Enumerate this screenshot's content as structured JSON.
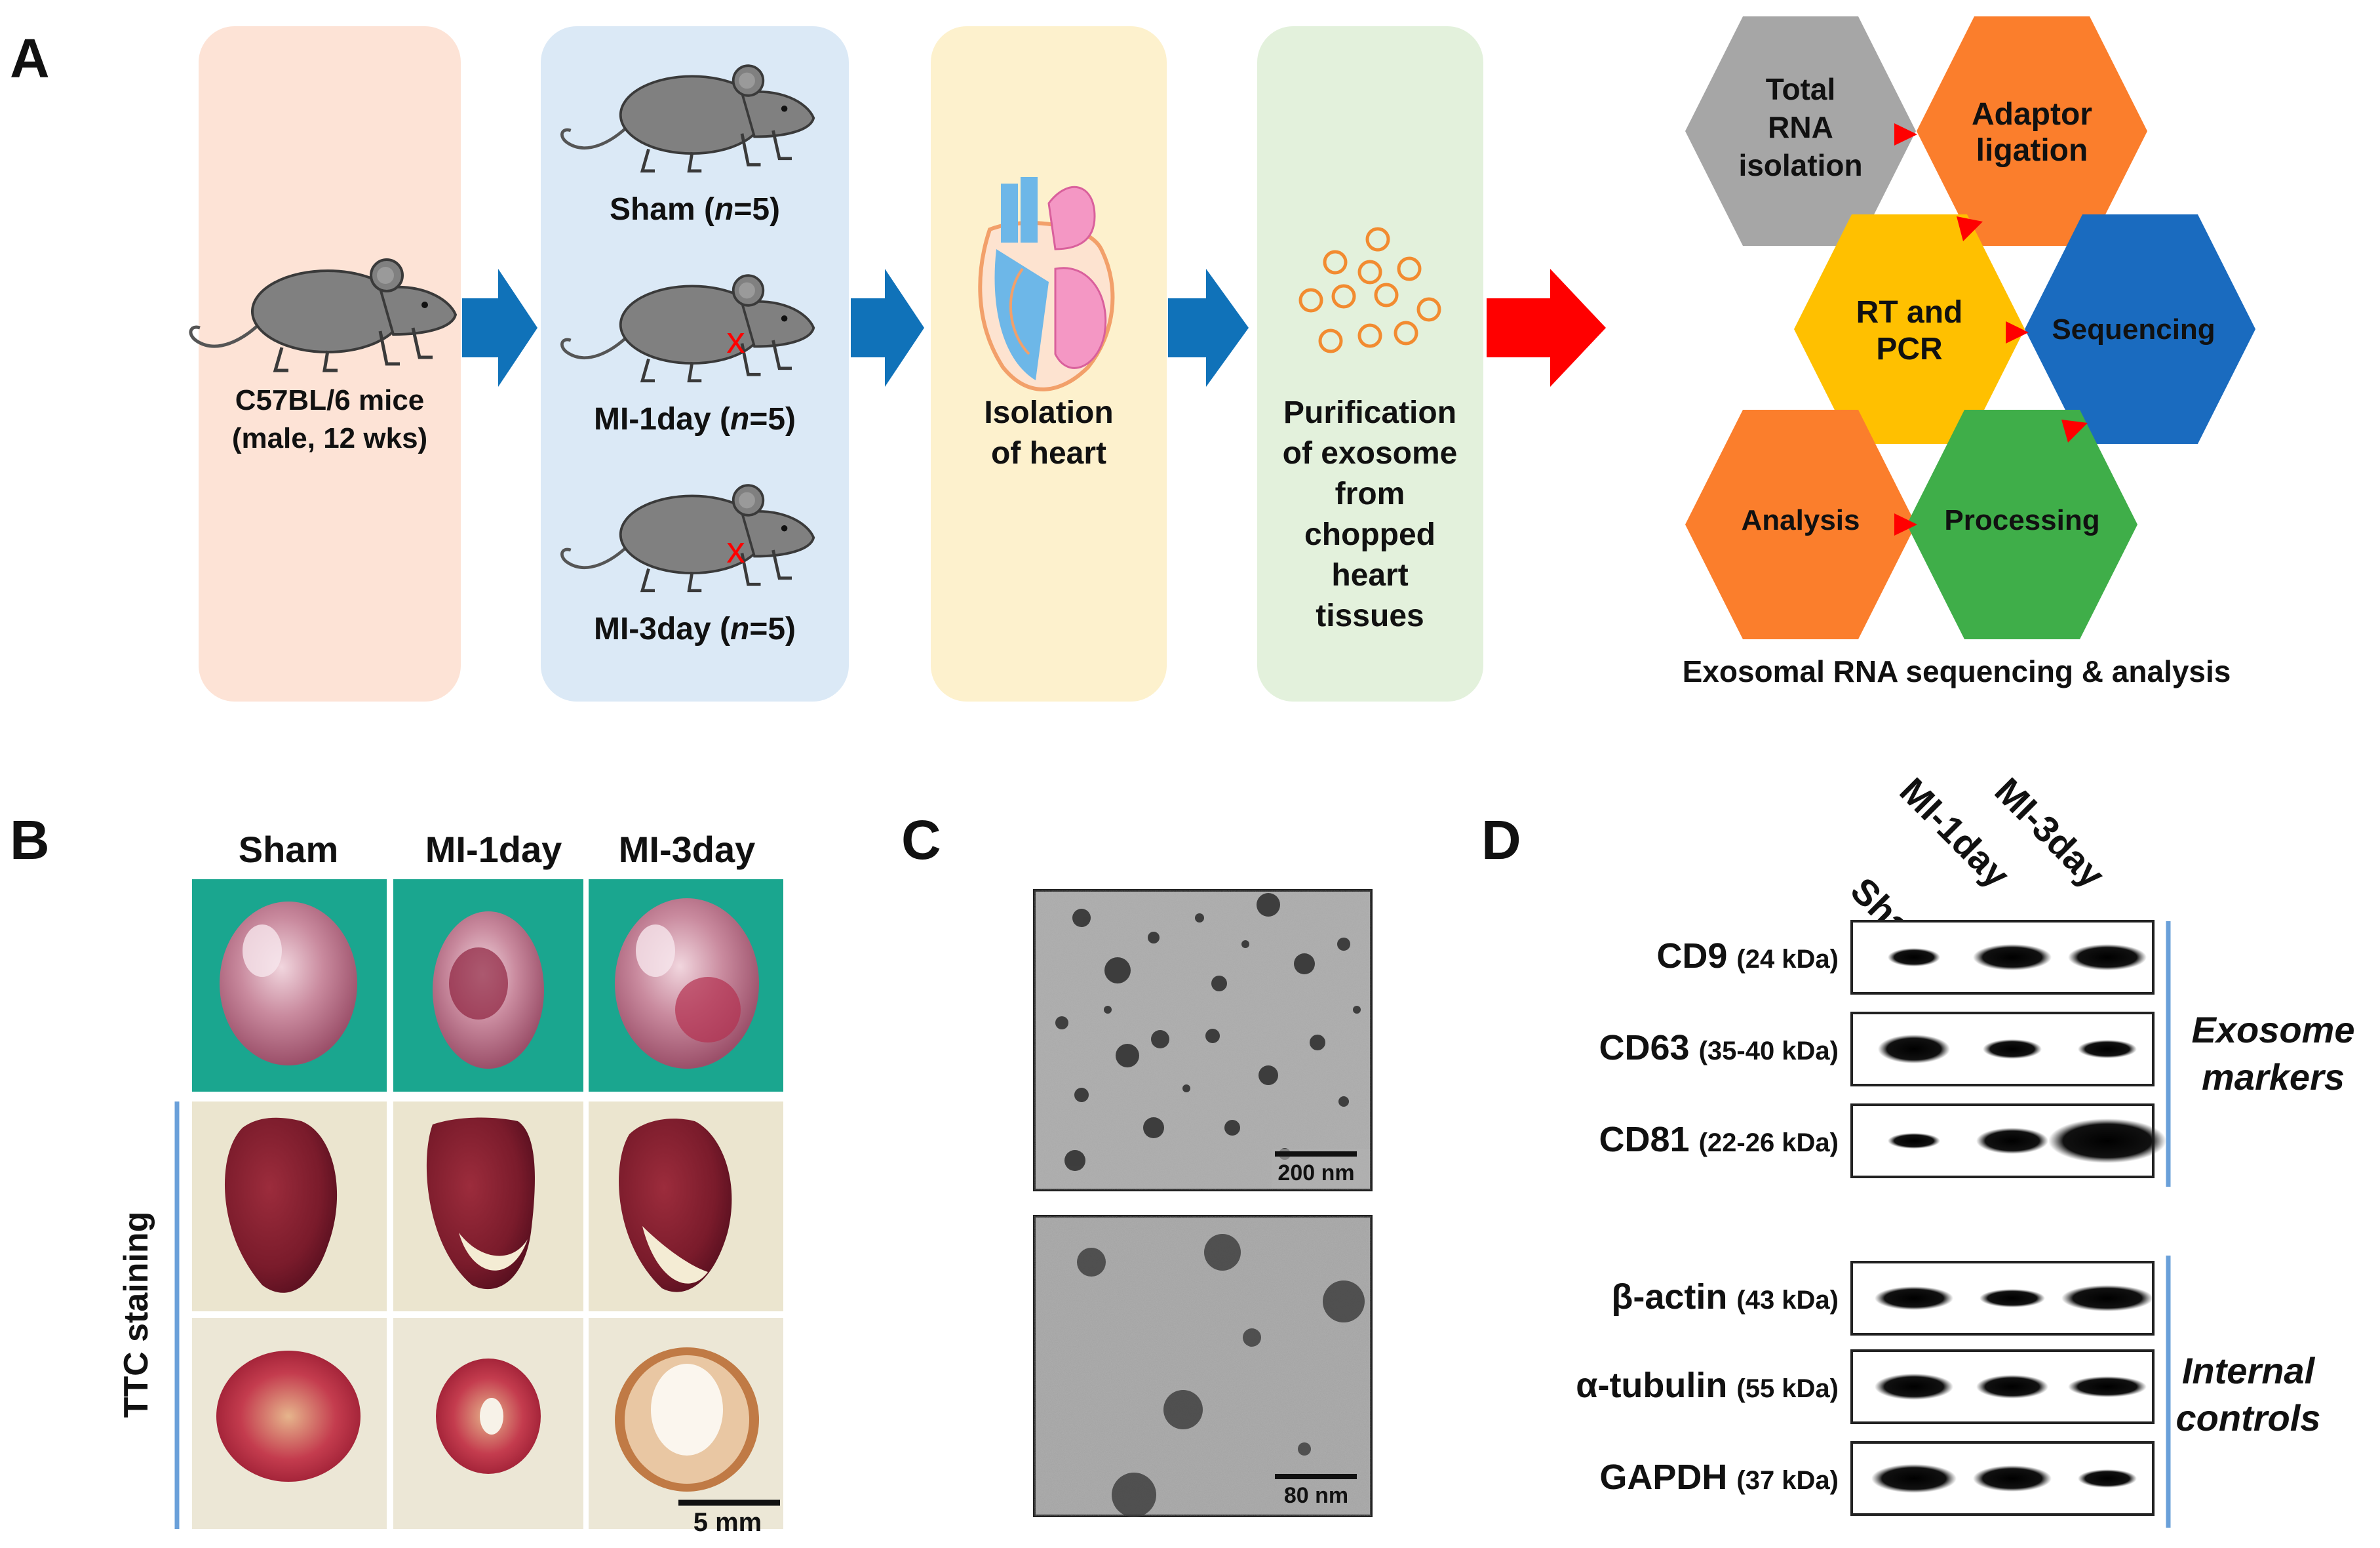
{
  "panel_labels": {
    "a": "A",
    "b": "B",
    "c": "C",
    "d": "D"
  },
  "panel_a": {
    "step1": {
      "line1": "C57BL/6 mice",
      "line2": "(male, 12 wks)"
    },
    "groups": [
      {
        "name": "Sham",
        "n_label": "n",
        "n_value": "=5)"
      },
      {
        "name": "MI-1day",
        "n_label": "n",
        "n_value": "=5)"
      },
      {
        "name": "MI-3day",
        "n_label": "n",
        "n_value": "=5)"
      }
    ],
    "step3": {
      "line1": "Isolation",
      "line2": "of heart"
    },
    "step4": {
      "lines": [
        "Purification",
        "of exosome",
        "from",
        "chopped",
        "heart",
        "tissues"
      ]
    },
    "workflow": {
      "total_rna": [
        "Total",
        "RNA",
        "isolation"
      ],
      "adaptor": [
        "Adaptor",
        "ligation"
      ],
      "rt_pcr": [
        "RT and",
        "PCR"
      ],
      "sequencing": "Sequencing",
      "analysis": "Analysis",
      "processing": "Processing",
      "caption": "Exosomal RNA sequencing & analysis"
    },
    "colors": {
      "step1_bg": "#fde3d6",
      "step2_bg": "#dbe9f6",
      "step3_bg": "#fdf1cd",
      "step4_bg": "#e3f1dc",
      "arrow_blue": "#1072b9",
      "arrow_red": "#ff0000",
      "hex_gray": "#a6a6a6",
      "hex_orange": "#fb7e2c",
      "hex_yellow": "#ffc000",
      "hex_blue": "#1a6bbf",
      "hex_green": "#3fae49",
      "mouse": "#808080"
    }
  },
  "panel_b": {
    "columns": [
      "Sham",
      "MI-1day",
      "MI-3day"
    ],
    "side_label": "TTC staining",
    "scale_bar": "5 mm"
  },
  "panel_c": {
    "scale_top": "200 nm",
    "scale_bottom": "80 nm"
  },
  "panel_d": {
    "lanes": [
      "Sham",
      "MI-1day",
      "MI-3day"
    ],
    "blots": [
      {
        "name": "CD9",
        "kda": "(24 kDa)"
      },
      {
        "name": "CD63",
        "kda": "(35-40 kDa)"
      },
      {
        "name": "CD81",
        "kda": "(22-26 kDa)"
      },
      {
        "name": "β-actin",
        "kda": "(43 kDa)"
      },
      {
        "name": "α-tubulin",
        "kda": "(55 kDa)"
      },
      {
        "name": "GAPDH",
        "kda": "(37 kDa)"
      }
    ],
    "group1": [
      "Exosome",
      "markers"
    ],
    "group2": [
      "Internal",
      "controls"
    ]
  }
}
